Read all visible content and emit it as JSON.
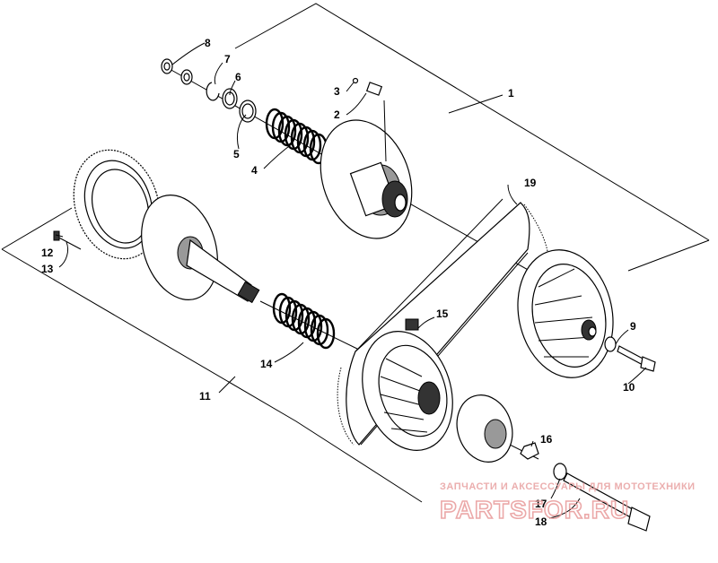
{
  "callouts": {
    "c1": "1",
    "c2": "2",
    "c3": "3",
    "c4": "4",
    "c5": "5",
    "c6": "6",
    "c7": "7",
    "c8": "8",
    "c9": "9",
    "c10": "10",
    "c11": "11",
    "c12": "12",
    "c13": "13",
    "c14": "14",
    "c15": "15",
    "c16": "16",
    "c17": "17",
    "c18": "18",
    "c19": "19"
  },
  "watermark": {
    "tagline": "ЗАПЧАСТИ И АКСЕССУАРЫ ДЛЯ МОТОТЕХНИКИ",
    "logo": "PARTSFOR.RU"
  },
  "colors": {
    "ink": "#000000",
    "watermark": "#e89a9a"
  }
}
